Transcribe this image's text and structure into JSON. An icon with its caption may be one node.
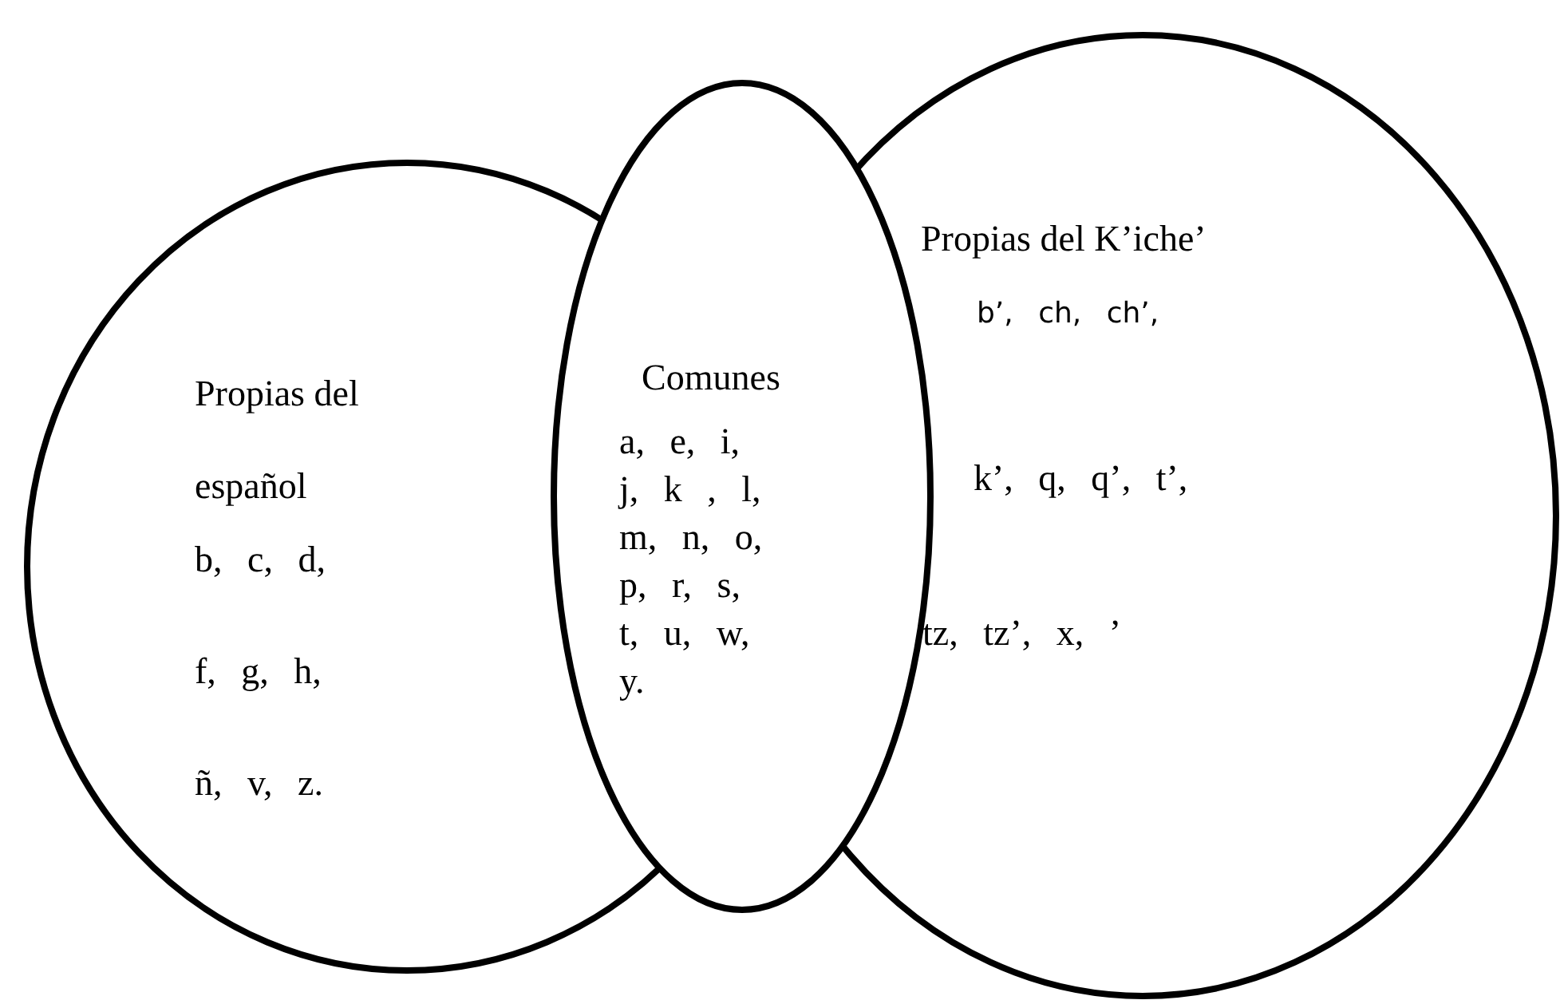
{
  "diagram": {
    "nodes": [
      {
        "text": [
          "Propias del español",
          "b, c, d,",
          "f, g, h,",
          "ñ, v, z."
        ]
      },
      {
        "text": [
          "Comunes",
          "a, e, i,",
          "j, k , l,",
          "m, n, o,",
          "p, r, s,",
          "t, u, w,",
          "y."
        ]
      },
      {
        "text": [
          "Propias del K’iche’",
          "b’, ch, ch’,",
          "k’, q, q’, t’,",
          "tz, tz’, x, ’"
        ]
      }
    ]
  }
}
